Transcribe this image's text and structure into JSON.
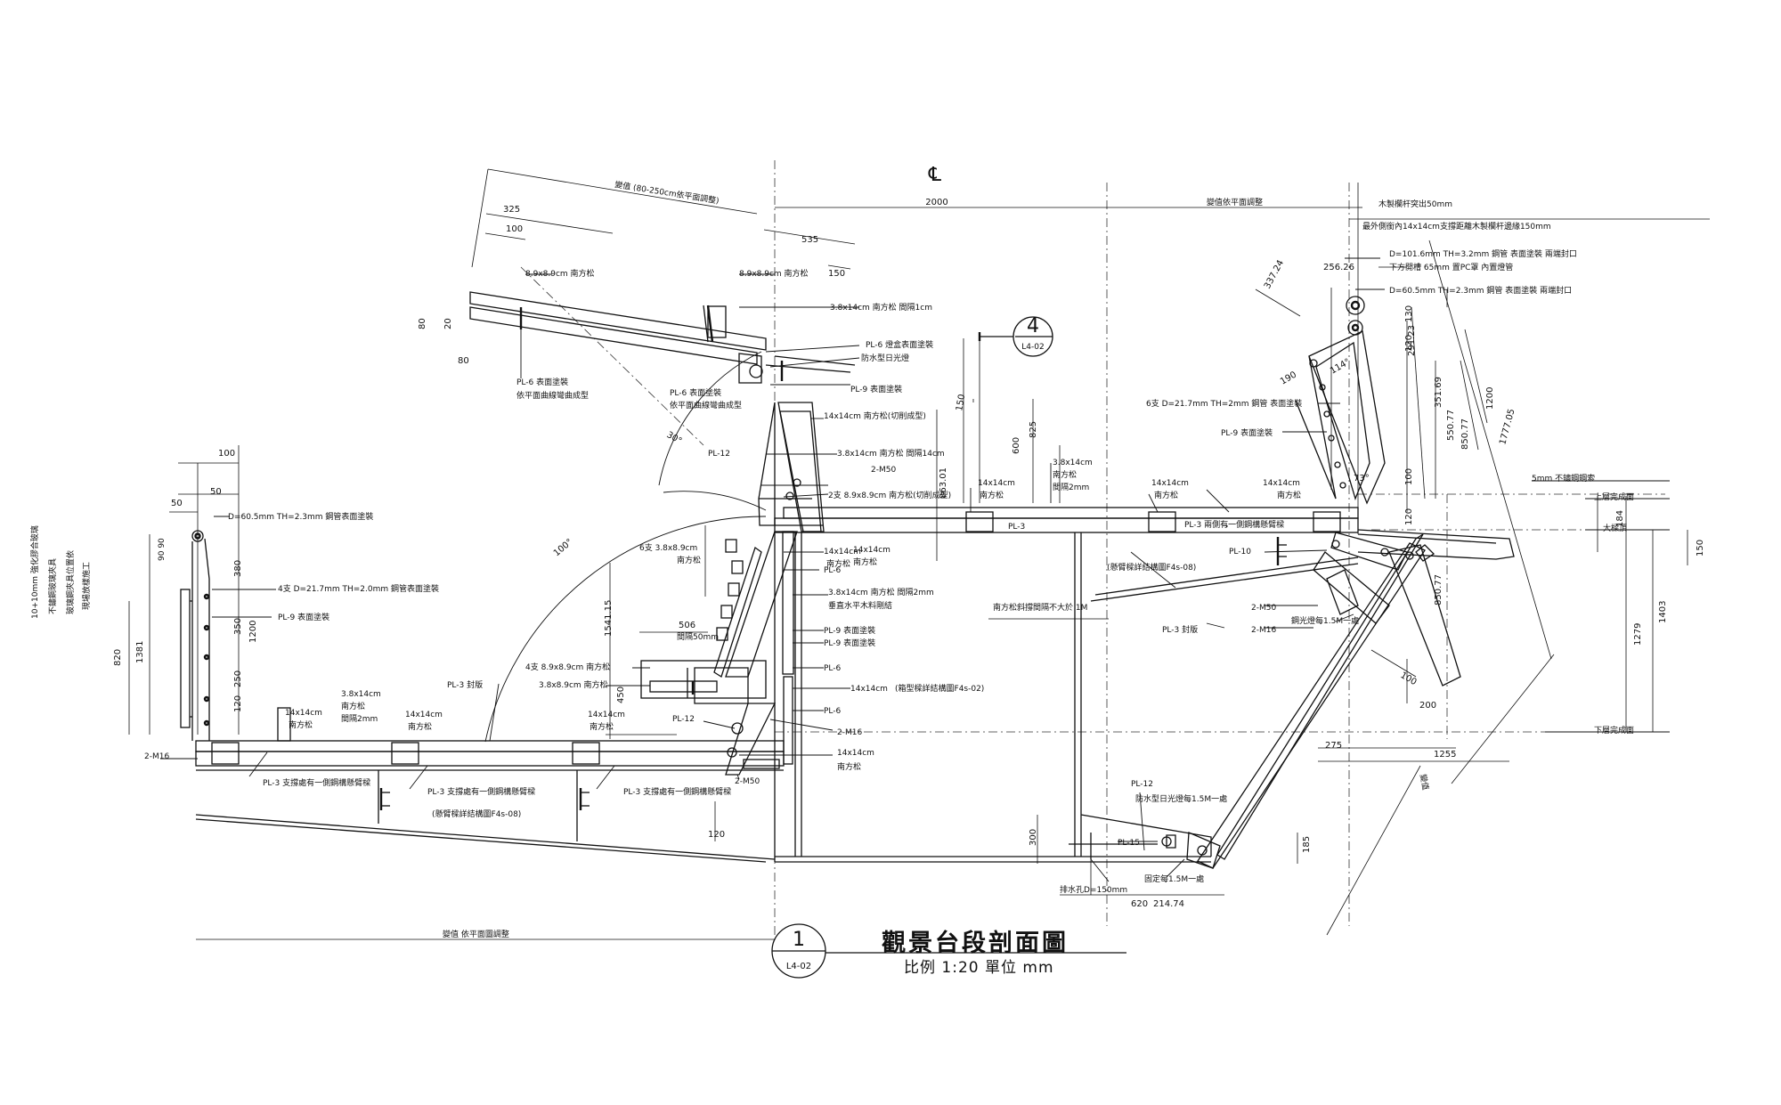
{
  "title": {
    "main": "觀景台段剖面圖",
    "scale": "比例 1:20  單位 mm",
    "section_no": "1",
    "sheet_ref": "L4-02",
    "detail_no": "4",
    "detail_sheet": "L4-02"
  },
  "centerline": "℄",
  "dims": {
    "d2000": "2000",
    "d325": "325",
    "d100a": "100",
    "d535": "535",
    "d150a": "150",
    "d80a": "80",
    "d20": "20",
    "d80b": "80",
    "d600": "600",
    "d825": "825",
    "d150b": "150",
    "d863": "863.01",
    "d1541": "1541.15",
    "d506": "506",
    "d450": "450",
    "d120a": "120",
    "d100b": "100",
    "d50a": "50",
    "d50b": "50",
    "d90": "90 90",
    "d380": "380",
    "d350": "350",
    "d1200a": "1200",
    "d250": "250",
    "d120b": "120",
    "d820": "820",
    "d1381": "1381",
    "d300": "300",
    "d620": "620",
    "d214": "214.74",
    "d185": "185",
    "d275": "275",
    "d1255": "1255",
    "d100c": "100",
    "d200": "200",
    "d256": "256.26",
    "d337": "337.24",
    "d130": "130",
    "d120c": "120",
    "d29123": "291.23",
    "d35169": "351.69",
    "d55077": "550.77",
    "d85077a": "850.77",
    "d1200b": "1200",
    "d1777": "1777.05",
    "d100d": "100",
    "d120d": "120",
    "d184": "184",
    "d150c": "150",
    "d85077b": "850.77",
    "d1279": "1279",
    "d1403": "1403",
    "d190": "190",
    "d114": "114°",
    "d73": "73°",
    "ang30": "30°",
    "ang100": "100°"
  },
  "labels": {
    "span_top": "變值 (80-250cm依平面調整)",
    "span_mid": "變值依平面調整",
    "span_bottom": "變值 依平面圖調整",
    "wood_edge": "木製欄杆突出50mm",
    "wood_gap": "最外側銜內14x14cm支撐距離木製欄杆邊緣150mm",
    "pipe_101": "D=101.6mm TH=3.2mm 鋼管 表面塗裝 兩端封口",
    "pipe_101b": "下方開槽 65mm 置PC罩 內置燈管",
    "pipe_605r": "D=60.5mm TH=2.3mm 鋼管 表面塗裝 兩端封口",
    "pipe_217r": "6支 D=21.7mm TH=2mm 鋼管 表面塗裝",
    "pl9r": "PL-9 表面塗裝",
    "stainless": "5mm 不鏽鋼鋼索",
    "upper_floor": "上層完成面",
    "beam_top": "大樑頂",
    "lower_floor": "下層完成面",
    "s89a": "8.9x8.9cm 南方松",
    "s89b": "8.9x8.9cm 南方松",
    "s38top": "3.8x14cm 南方松 間隔1cm",
    "pl6top": "PL-6 燈盒表面塗裝",
    "lampTop": "防水型日光燈",
    "pl6left": "PL-6 表面塗裝",
    "pl6left2": "依平面曲線彎曲成型",
    "pl6mid": "PL-6 表面塗裝",
    "pl6mid2": "依平面曲線彎曲成型",
    "pl9top": "PL-9 表面塗裝",
    "s1414curve": "14x14cm 南方松(切削成型)",
    "pl12a": "PL-12",
    "s38gap": "3.8x14cm 南方松 間隔14cm",
    "m50a": "2-M50",
    "s89cut": "2支 8.9x8.9cm 南方松(切削成型)",
    "s1414a": "14x14cm",
    "s1414a2": "南方松",
    "s38b": "3.8x14cm",
    "s38b2": "南方松",
    "s38b3": "間隔2mm",
    "s1414b": "14x14cm",
    "s1414b2": "南方松",
    "pl3top": "PL-3",
    "pl3right": "PL-3 兩側有一側鋼構懸臂樑",
    "s1414c": "14x14cm",
    "s1414c2": "南方松",
    "s1414d": "14x14cm",
    "s1414d2": "南方松",
    "ref_f4s08a": "(懸臂樑詳結構圖F4s-08)",
    "pl10": "PL-10",
    "m50b": "2-M50",
    "m16b": "2-M16",
    "lamp15": "鋼光燈每1.5M一處",
    "pl3seal": "PL-3 封版",
    "gap1m": "南方松斜撐間隔不大於 1M",
    "s38c": "6支 3.8x8.9cm",
    "s38c2": "南方松",
    "gap50": "間隔50mm",
    "s1414e": "14x14cm",
    "s1414e2": "南方松",
    "pl6a": "PL-6",
    "s38d": "3.8x14cm 南方松 間隔2mm",
    "s38d2": "垂直水平木料剛結",
    "pl9b": "PL-9 表面塗裝",
    "pl9c": "PL-9 表面塗裝",
    "pl6b": "PL-6",
    "s1414f": "14x14cm",
    "ref_f4s02": "(箱型樑詳結構圖F4s-02)",
    "pl6c": "PL-6",
    "m16c": "2-M16",
    "s1414g": "14x14cm",
    "s1414g2": "南方松",
    "s89c": "4支 8.9x8.9cm 南方松",
    "s38e": "3.8x8.9cm 南方松",
    "pl3mid": "PL-3 封版",
    "s1414h": "14x14cm",
    "s1414h2": "南方松",
    "s1414i": "14x14cm",
    "s1414i2": "南方松",
    "pl12b": "PL-12",
    "m50c": "2-M50",
    "pl3a": "PL-3 支撐處有一側鋼構懸臂樑",
    "pl3b": "PL-3 支撐處有一側鋼構懸臂樑",
    "pl3c": "PL-3 支撐處有一側鋼構懸臂樑",
    "ref_f4s08b": "(懸臂樑詳結構圖F4s-08)",
    "pipe605l": "D=60.5mm TH=2.3mm 鋼管表面塗裝",
    "pipe217l": "4支 D=21.7mm TH=2.0mm 鋼管表面塗裝",
    "pl9l": "PL-9 表面塗裝",
    "s1414j": "14x14cm",
    "s1414j2": "南方松",
    "s38f": "3.8x14cm",
    "s38f2": "南方松",
    "s38f3": "間隔2mm",
    "m16l": "2-M16",
    "wallnote1": "10+10mm 強化膠合玻璃",
    "wallnote2": "不鏽鋼玻璃夾具",
    "wallnote3": "玻璃鋼夾具位置依",
    "wallnote4": "現場放樣施工",
    "pl12c": "PL-12",
    "lampBot": "防水型日光燈每1.5M一處",
    "pl15": "PL-15",
    "fix": "固定每1.5M一處",
    "drain": "排水孔D=150mm",
    "diag": "變值"
  }
}
